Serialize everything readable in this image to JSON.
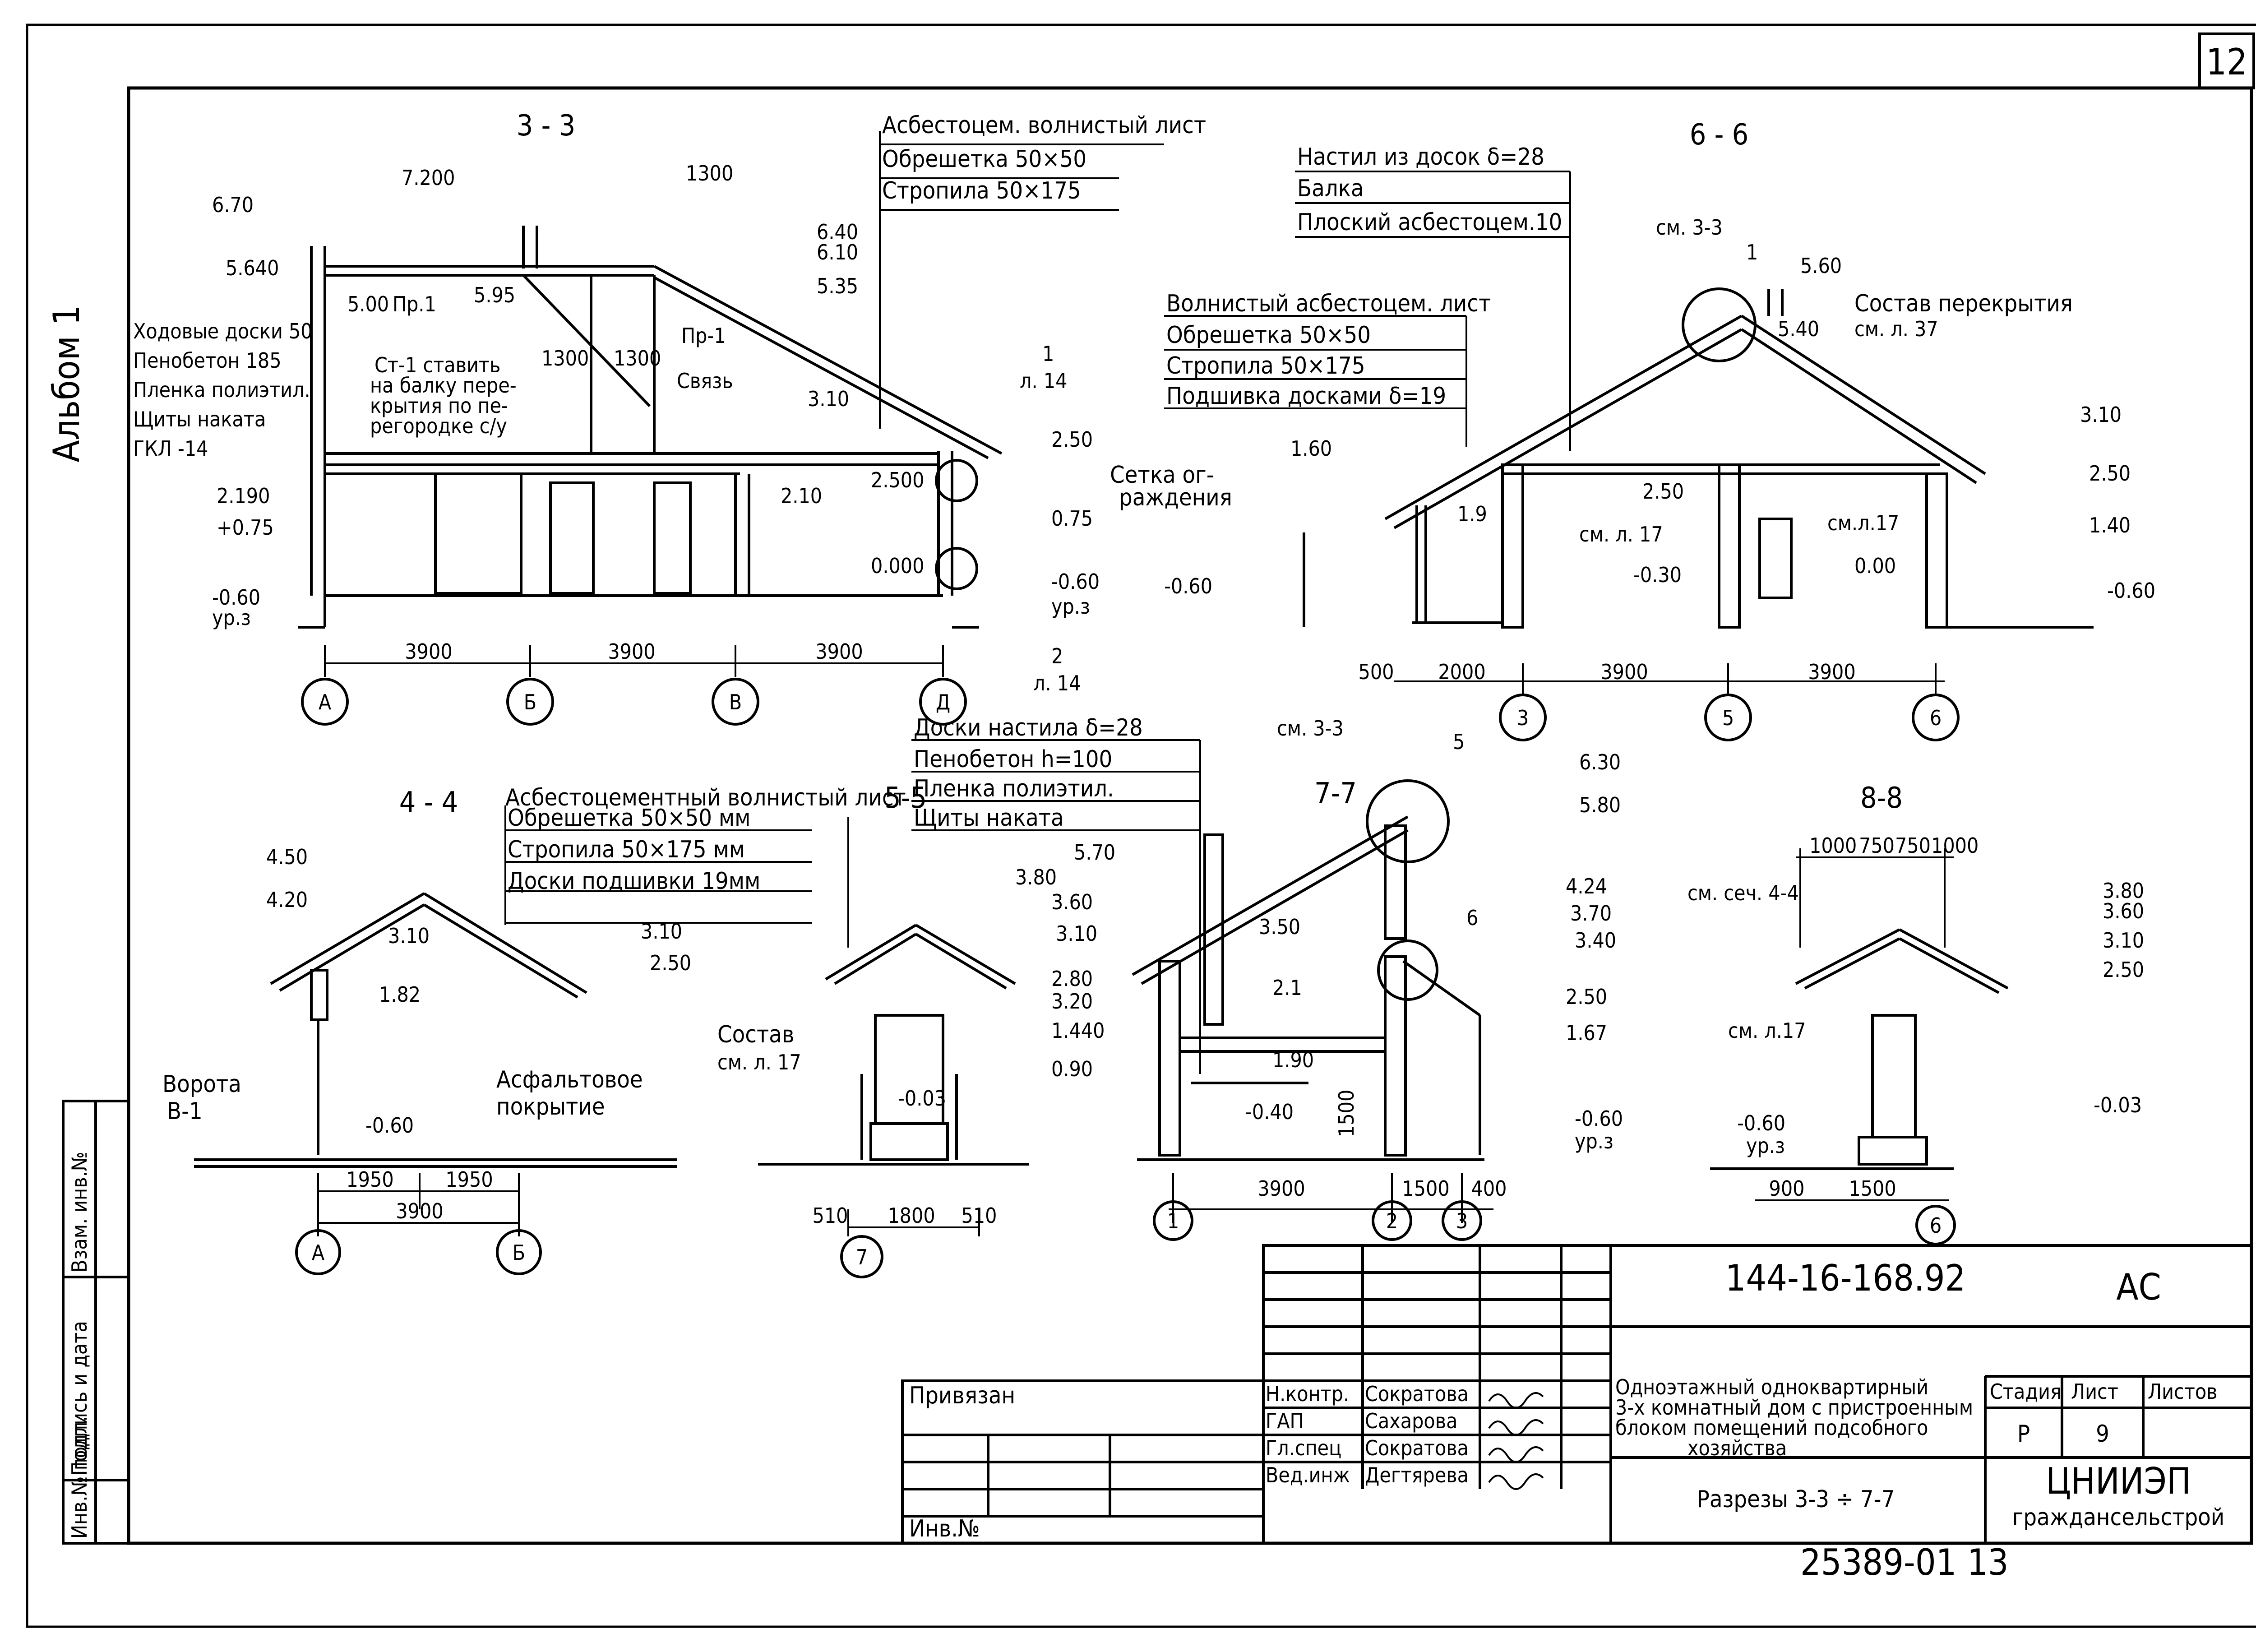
{
  "sheet": {
    "number": "12",
    "album": "Альбом 1",
    "doc_code": "144-16-168.92",
    "mark": "АС",
    "bottom_code": "25389-01",
    "bottom_page": "13"
  },
  "left_strip": [
    "Инв.№ подл.",
    "Подпись и дата",
    "Взам. инв.№"
  ],
  "titleblock": {
    "privyazan": "Привязан",
    "inv": "Инв.№",
    "roles": [
      "Н.контр.",
      "ГАП",
      "Гл.спец",
      "Вед.инж"
    ],
    "names": [
      "Сократова",
      "Сахарова",
      "Сократова",
      "Дегтярева"
    ],
    "description": [
      "Одноэтажный одноквартирный",
      "3-х комнатный дом с пристроенным",
      "блоком помещений подсобного",
      "хозяйства"
    ],
    "stage_label": "Стадия",
    "sheet_label": "Лист",
    "sheets_label": "Листов",
    "stage": "Р",
    "sheet": "9",
    "sheet_title": "Разрезы 3-3 ÷ 7-7",
    "org_line1": "ЦНИИЭП",
    "org_line2": "гражданcельстрой"
  },
  "section_3_3": {
    "title": "3 - 3",
    "roof_layers": [
      "Асбестоцем. волнистый лист",
      "Обрешетка 50×50",
      "Стропила 50×175"
    ],
    "ceiling_layers": [
      "Ходовые доски 50",
      "Пенобетон 185",
      "Пленка полиэтил.",
      "Щиты наката",
      "ГКЛ -14"
    ],
    "note": [
      "Ст-1 ставить",
      "на балку пере-",
      "крытия по пе-",
      "регородке с/у"
    ],
    "labels": {
      "pr1": "Пр-1",
      "pr1b": "Пр.1",
      "svyaz": "Связь",
      "dim1300": "1300",
      "callout1": "1",
      "callout1_sheet": "л. 14",
      "callout2": "2",
      "callout2_sheet": "л. 14"
    },
    "levels": [
      "6.70",
      "5.640",
      "7.200",
      "5.00",
      "5.95",
      "6.40",
      "6.10",
      "5.35",
      "3.10",
      "2.190",
      "+0.75",
      "-0.60",
      "ур.з",
      "2.10",
      "2.500",
      "0.000",
      "2.50",
      "0.75",
      "-0.60",
      "ур.з",
      "1300",
      "1300"
    ],
    "dims": [
      "3900",
      "3900",
      "3900"
    ],
    "axes": [
      "А",
      "Б",
      "В",
      "Д"
    ]
  },
  "section_6_6": {
    "title": "6 - 6",
    "deck_layers": [
      "Настил из досок δ=28",
      "Балка",
      "Плоский асбестоцем.10"
    ],
    "roof_layers": [
      "Волнистый асбестоцем. лист",
      "Обрешетка 50×50",
      "Стропила 50×175",
      "Подшивка досками δ=19"
    ],
    "fence": [
      "Сетка ог-",
      "раждения"
    ],
    "labels": {
      "see": "см. 3-3",
      "callout1": "1",
      "composition": "Состав перекрытия",
      "composition_ref": "см. л. 37",
      "see17a": "см. л. 17",
      "see17b": "см.л.17"
    },
    "levels": [
      "1.60",
      "5.60",
      "5.40",
      "3.10",
      "2.50",
      "1.40",
      "-0.60",
      "2.50",
      "1.9",
      "-0.30",
      "0.00",
      "-0.60"
    ],
    "dims": [
      "500",
      "2000",
      "3900",
      "3900"
    ],
    "axes": [
      "3",
      "5",
      "6"
    ]
  },
  "section_4_4": {
    "title": "4 - 4",
    "layers": [
      "Асбестоцементный волнистый лист",
      "Обрешетка 50×50 мм",
      "Стропила 50×175 мм",
      "Доски подшивки 19мм"
    ],
    "gate": [
      "Ворота",
      "В-1"
    ],
    "asphalt": [
      "Асфальтовое",
      "покрытие"
    ],
    "levels": [
      "4.50",
      "4.20",
      "3.10",
      "3.10",
      "2.50",
      "1.82",
      "-0.60"
    ],
    "dims": [
      "1950",
      "1950",
      "3900"
    ],
    "axes": [
      "А",
      "Б"
    ]
  },
  "section_5_5": {
    "title": "5-5",
    "deck_layers": [
      "Доски настила δ=28",
      "Пенобетон h=100",
      "Пленка полиэтил.",
      "Щиты наката"
    ],
    "composition": [
      "Состав",
      "см. л. 17"
    ],
    "levels": [
      "-0.03"
    ],
    "dims": [
      "510",
      "1800",
      "510"
    ],
    "axes": [
      "7"
    ]
  },
  "section_7_7": {
    "title": "7-7",
    "labels": {
      "see": "см. 3-3",
      "callout5": "5",
      "callout6": "6"
    },
    "levels": [
      "5.70",
      "3.80",
      "3.60",
      "3.10",
      "2.80",
      "3.20",
      "1.440",
      "0.90",
      "3.50",
      "2.1",
      "1.90",
      "-0.40",
      "1500",
      "6.30",
      "5.80",
      "4.24",
      "3.70",
      "3.40",
      "2.50",
      "1.67",
      "-0.60",
      "ур.з"
    ],
    "dims": [
      "3900",
      "1500",
      "400"
    ],
    "axes": [
      "1",
      "2",
      "3"
    ]
  },
  "section_8_8": {
    "title": "8-8",
    "labels": {
      "see_sect": "см. сеч. 4-4",
      "see17": "см. л.17"
    },
    "levels": [
      "3.80",
      "3.60",
      "3.10",
      "2.50",
      "-0.03",
      "-0.60",
      "ур.з"
    ],
    "top_dims": [
      "1000",
      "750",
      "750",
      "1000"
    ],
    "dims": [
      "900",
      "1500"
    ],
    "axes": [
      "6"
    ]
  }
}
